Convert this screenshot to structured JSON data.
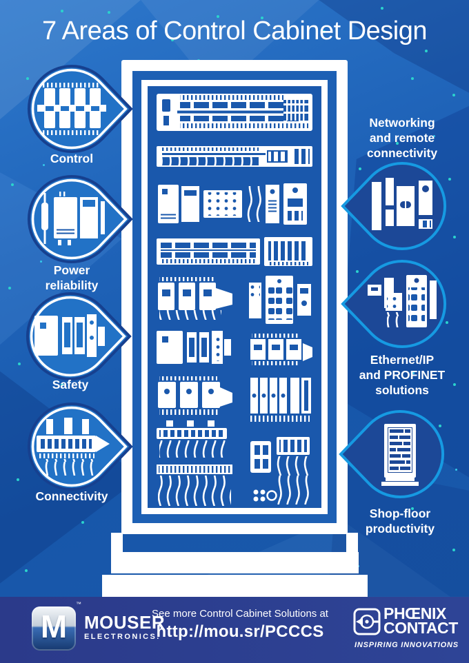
{
  "title": "7 Areas of Control Cabinet Design",
  "left_callouts": [
    {
      "label": "Control",
      "icon": "control-icon"
    },
    {
      "label": "Power\nreliability",
      "icon": "power-reliability-icon"
    },
    {
      "label": "Safety",
      "icon": "safety-icon"
    },
    {
      "label": "Connectivity",
      "icon": "connectivity-icon"
    }
  ],
  "right_callouts": [
    {
      "label": "Networking\nand remote\nconnectivity",
      "label_position": "above",
      "icon": "networking-icon"
    },
    {
      "label": "Ethernet/IP\nand PROFINET\nsolutions",
      "label_position": "below",
      "icon": "ethernet-profinet-icon"
    },
    {
      "label": "Shop-floor\nproductivity",
      "label_position": "below",
      "icon": "shop-floor-icon"
    }
  ],
  "footer": {
    "mouser_logo_letter": "M",
    "mouser_tm": "™",
    "mouser_wordmark": "MOUSER",
    "mouser_sub": "ELECTRONICS.",
    "cta_line": "See more Control Cabinet Solutions at",
    "cta_url": "http://mou.sr/PCCCS",
    "phoenix_line1": "PHŒNIX",
    "phoenix_line2": "CONTACT",
    "phoenix_tagline": "INSPIRING INNOVATIONS"
  },
  "colors": {
    "panel_blue": "#1a58ac",
    "cab_ring": "#1d60b4",
    "footer_navy": "#2b3a8a",
    "callout_stroke_dark": "#16408f",
    "callout_stroke_light": "#169ae2",
    "leaf_fill_left": "#2272c6",
    "leaf_fill_right": "#1c4897",
    "dot_teal": "#2bd3cd",
    "dot_cyan": "#35c8ea"
  }
}
